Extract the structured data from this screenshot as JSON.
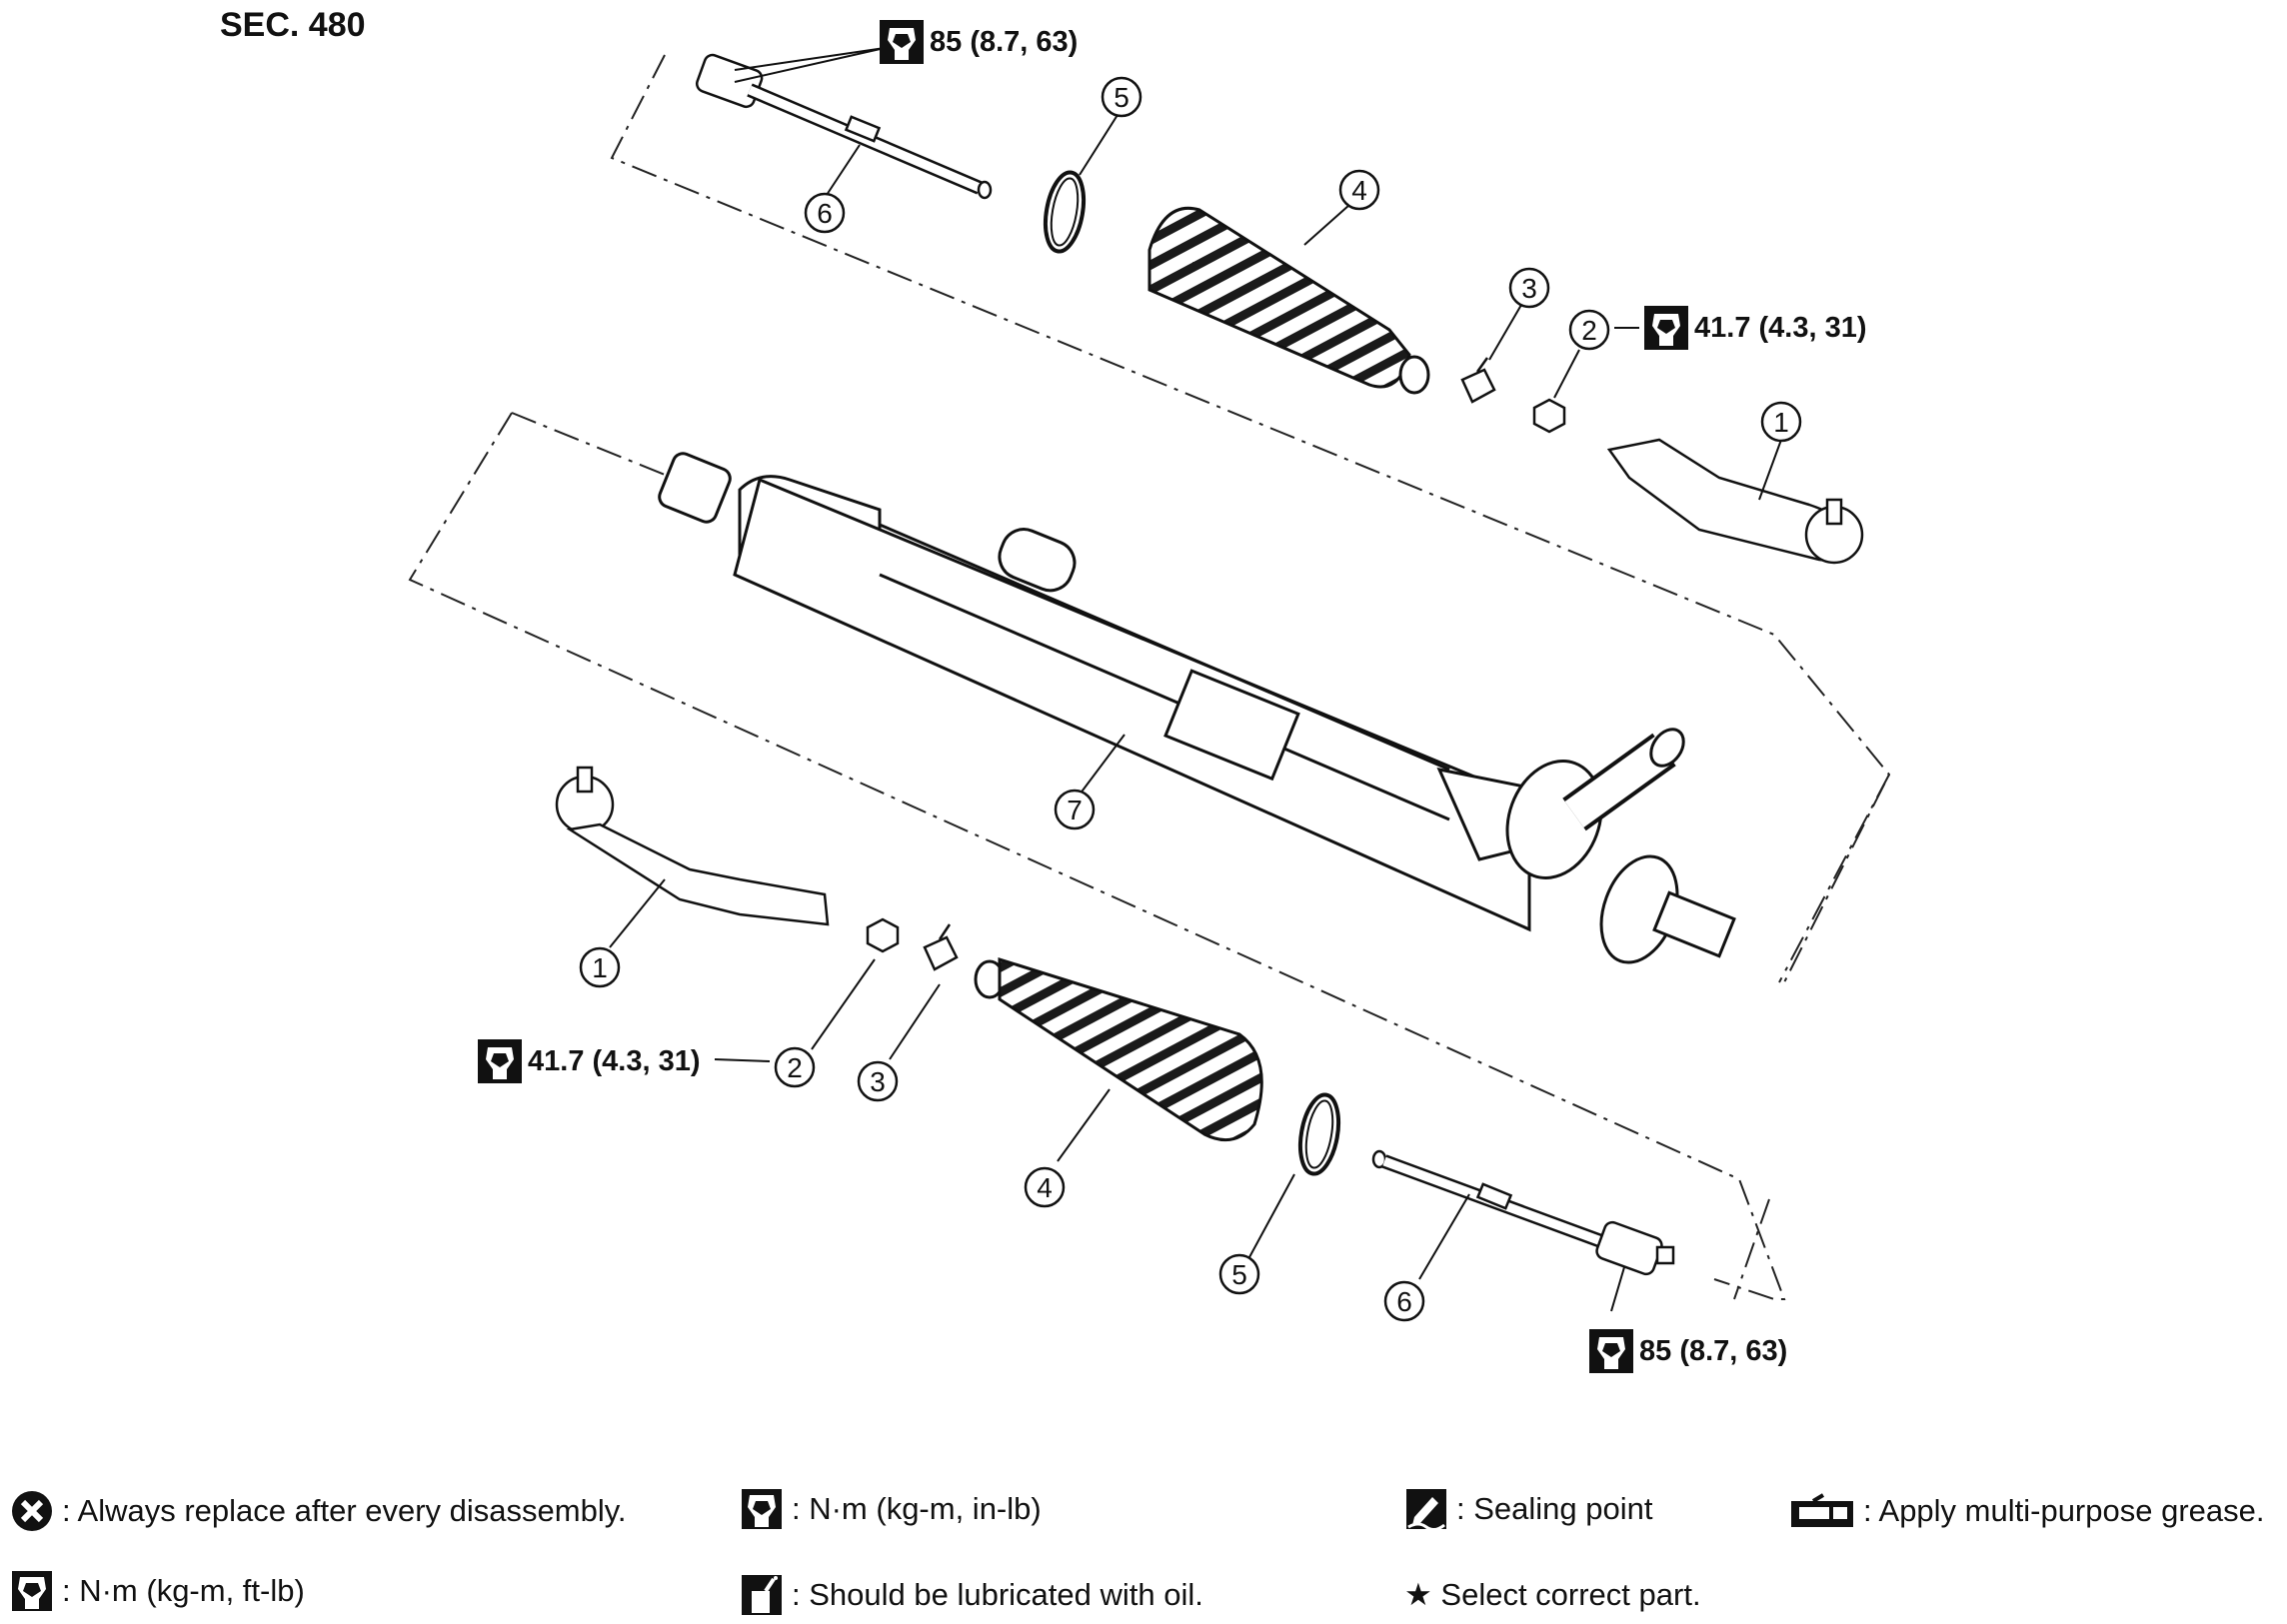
{
  "section_title": "SEC. 480",
  "torques": {
    "top_inner_socket": "85 (8.7, 63)",
    "upper_lock_nut": "41.7 (4.3, 31)",
    "lower_lock_nut": "41.7 (4.3, 31)",
    "bottom_inner_socket": "85 (8.7, 63)"
  },
  "callouts": {
    "c1": "1",
    "c2": "2",
    "c3": "3",
    "c4": "4",
    "c5": "5",
    "c6": "6",
    "c7": "7"
  },
  "legend": {
    "replace": ": Always replace after every disassembly.",
    "torque_in_lb": ": N·m (kg-m, in-lb)",
    "sealing": ": Sealing point",
    "grease": ": Apply multi-purpose grease.",
    "torque_ft_lb": ": N·m (kg-m, ft-lb)",
    "oil": ": Should be lubricated with oil.",
    "select_part": "★ Select correct part."
  }
}
